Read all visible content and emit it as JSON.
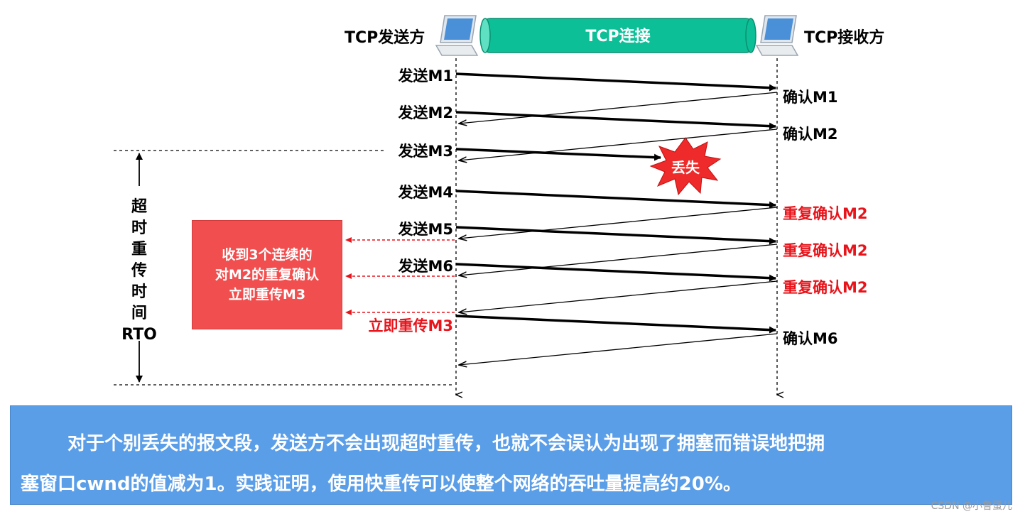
{
  "header": {
    "sender": "TCP发送方",
    "connection": "TCP连接",
    "receiver": "TCP接收方"
  },
  "sends": [
    "发送M1",
    "发送M2",
    "发送M3",
    "发送M4",
    "发送M5",
    "发送M6"
  ],
  "loss_label": "丢失",
  "acks": [
    "确认M1",
    "确认M2",
    "重复确认M2",
    "重复确认M2",
    "重复确认M2",
    "确认M6"
  ],
  "retransmit_label": "立即重传M3",
  "timeout_label": [
    "超",
    "时",
    "重",
    "传",
    "时",
    "间",
    "RTO"
  ],
  "note": [
    "收到3个连续的",
    "对M2的重复确认",
    "立即重传M3"
  ],
  "summary": [
    "对于个别丢失的报文段，发送方不会出现超时重传，也就不会误认为出现了拥塞而错误地把拥",
    "塞窗口cwnd的值减为1。实践证明，使用快重传可以使整个网络的吞吐量提高约20%。"
  ],
  "watermark": "CSDN @小鲁蛋儿",
  "colors": {
    "pipe": "#0dbf97",
    "note_box": "#f14f4f",
    "summary_box": "#5b9ee8",
    "red_text": "#e8141b",
    "loss_burst": "#ee2a2a"
  }
}
